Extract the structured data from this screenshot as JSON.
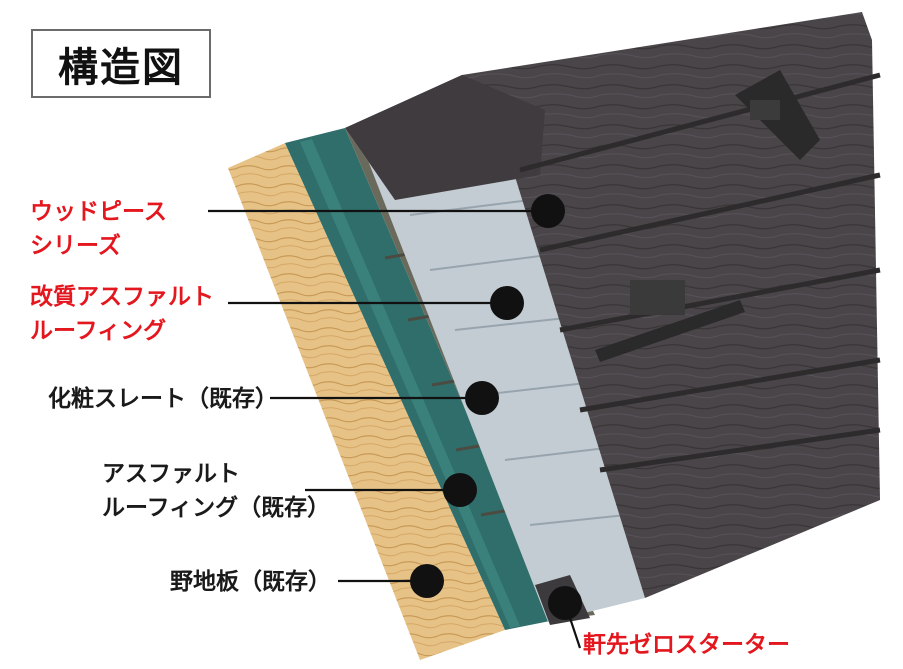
{
  "title": "構造図",
  "labels": {
    "wood_piece_series": [
      "ウッドピース",
      "シリーズ"
    ],
    "modified_asphalt_roofing": [
      "改質アスファルト",
      "ルーフィング"
    ],
    "slate_existing": "化粧スレート（既存）",
    "asphalt_roofing_existing": [
      "アスファルト",
      "ルーフィング（既存）"
    ],
    "nojiita_existing": "野地板（既存）",
    "eaves_zero_starter": "軒先ゼロスターター"
  },
  "colors": {
    "highlight_label": "#e4161e",
    "normal_label": "#1a1a1a",
    "leader_line": "#111111"
  }
}
